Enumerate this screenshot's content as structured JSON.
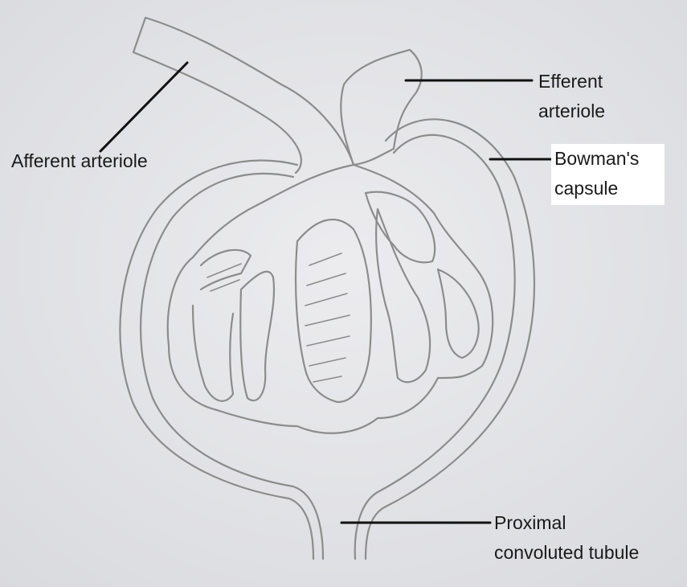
{
  "diagram": {
    "labels": {
      "afferent": {
        "line1": "Afferent arteriole"
      },
      "efferent": {
        "line1": "Efferent",
        "line2": "arteriole"
      },
      "bowman": {
        "line1": "Bowman's",
        "line2": "capsule"
      },
      "pct": {
        "line1": "Proximal",
        "line2": "convoluted tubule"
      }
    },
    "colors": {
      "paper": "#e6e7ea",
      "pencil": "#8c8c8c",
      "leader_line": "#111111",
      "label_text": "#1a1a1a"
    }
  }
}
